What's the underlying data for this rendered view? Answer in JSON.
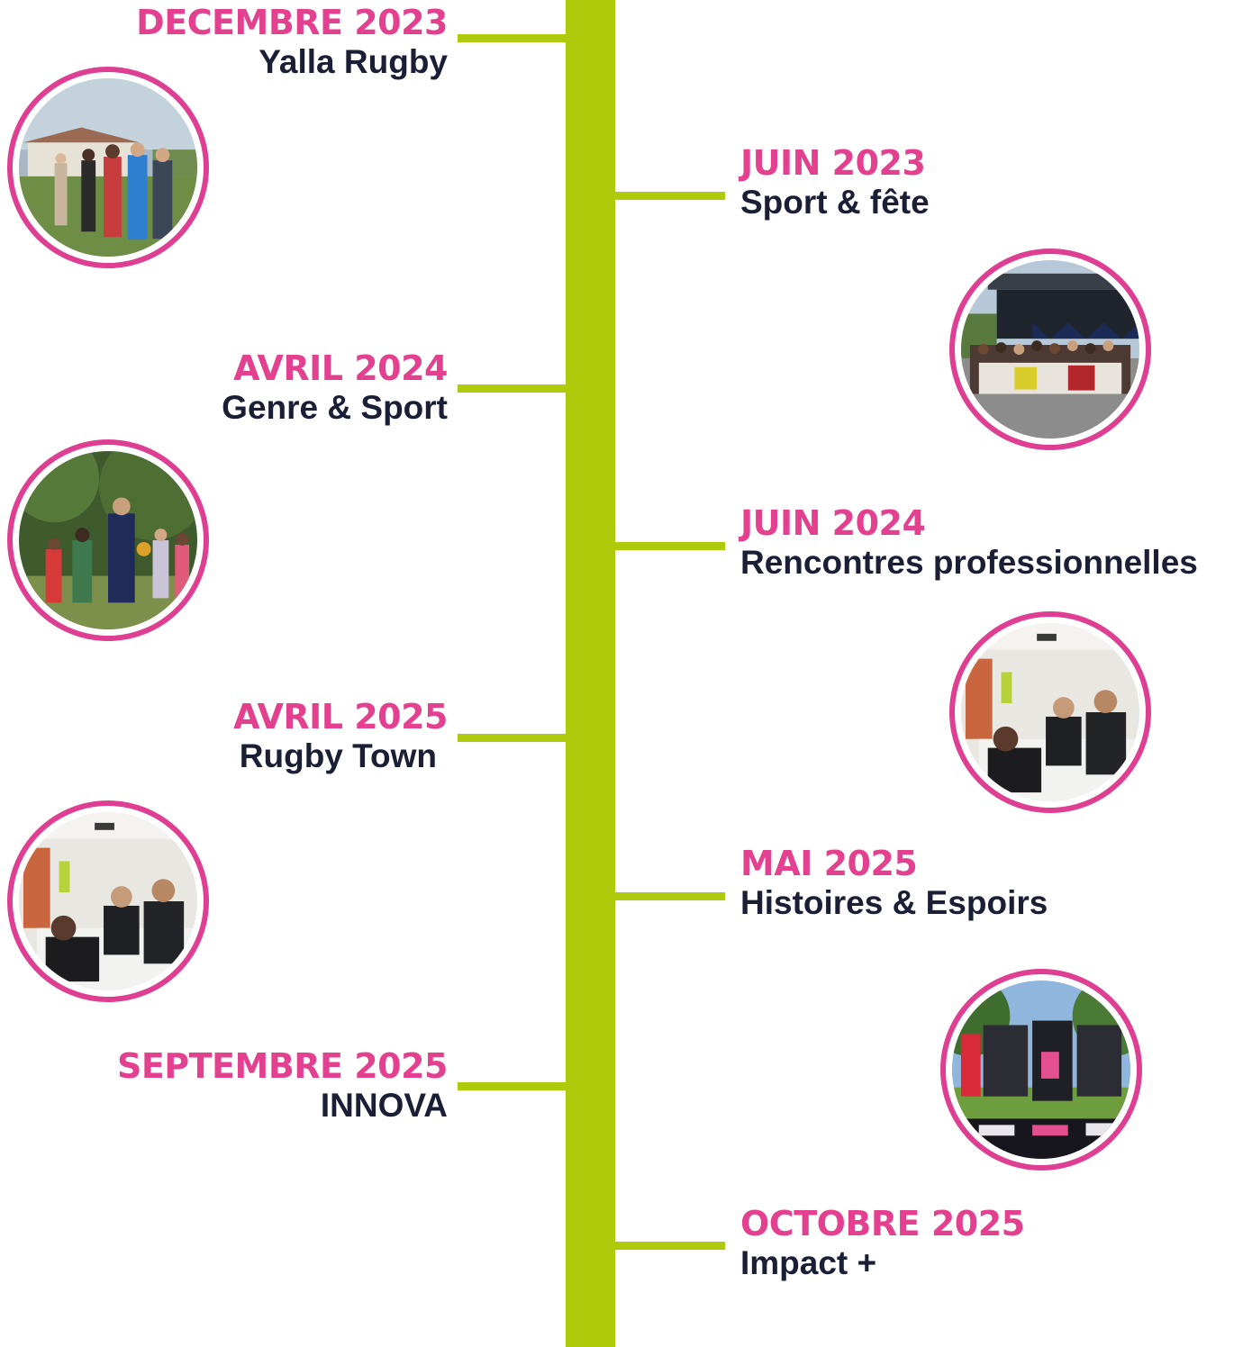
{
  "colors": {
    "timeline_line": "#afca0b",
    "date_text": "#e3408f",
    "title_text": "#1a1f36",
    "photo_ring": "#df3f93"
  },
  "events": [
    {
      "date": "DECEMBRE 2023",
      "title": "Yalla Rugby",
      "photo": "rugby-field-group-photo"
    },
    {
      "date": "JUIN 2023",
      "title": "Sport & fête",
      "photo": "stage-group-photo"
    },
    {
      "date": "AVRIL 2024",
      "title": "Genre & Sport",
      "photo": "outdoor-children-activity-photo"
    },
    {
      "date": "JUIN 2024",
      "title": "Rencontres professionnelles",
      "photo": "classroom-meeting-photo"
    },
    {
      "date": "AVRIL 2025",
      "title": "Rugby Town",
      "photo": "classroom-meeting-photo"
    },
    {
      "date": "MAI 2025",
      "title": "Histoires & Espoirs",
      "photo": "outdoor-exhibition-photo"
    },
    {
      "date": "SEPTEMBRE 2025",
      "title": "INNOVA",
      "photo": null
    },
    {
      "date": "OCTOBRE 2025",
      "title": "Impact +",
      "photo": null
    }
  ]
}
